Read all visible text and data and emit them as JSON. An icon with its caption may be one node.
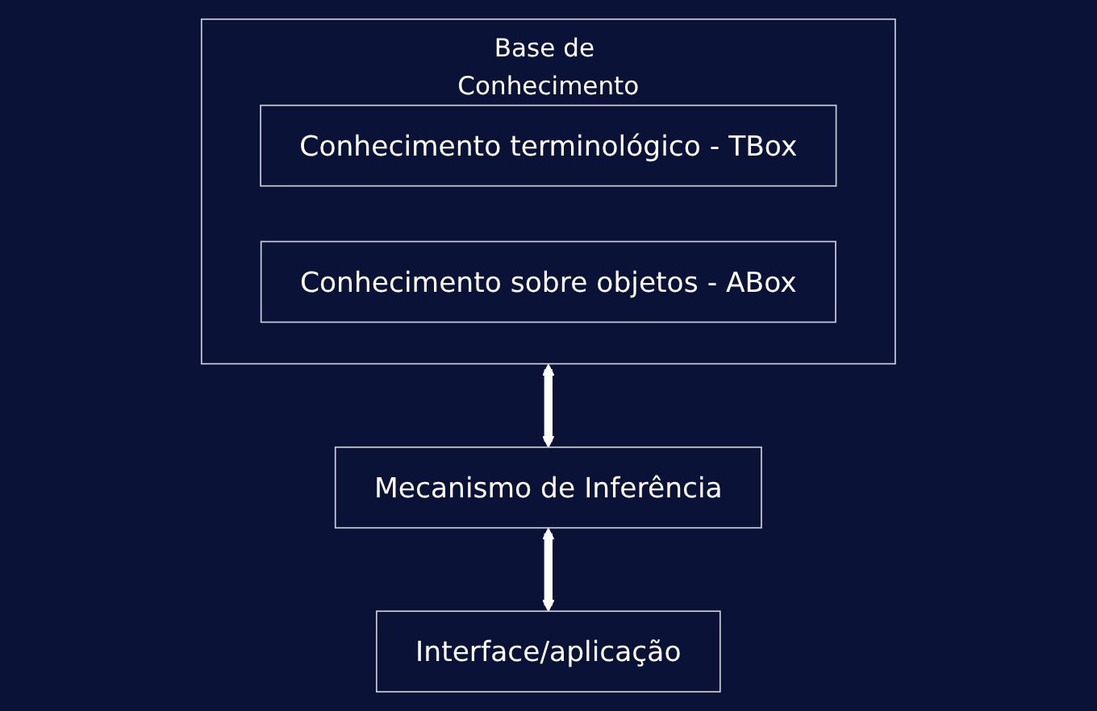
{
  "diagram": {
    "nodes": [
      {
        "text": [
          "Base de Conhecimento"
        ]
      },
      {
        "text": [
          "Conhecimento terminológico - TBox"
        ],
        "in": 0
      },
      {
        "text": [
          "Conhecimento sobre objetos - ABox"
        ],
        "in": 0
      },
      {
        "text": [
          "Mecanismo de Inferência"
        ]
      },
      {
        "text": [
          "Interface/aplicação"
        ]
      }
    ],
    "edges": [
      {
        "from": 0,
        "to": 3,
        "arrow": "both"
      },
      {
        "from": 3,
        "to": 4,
        "arrow": "both"
      }
    ]
  }
}
